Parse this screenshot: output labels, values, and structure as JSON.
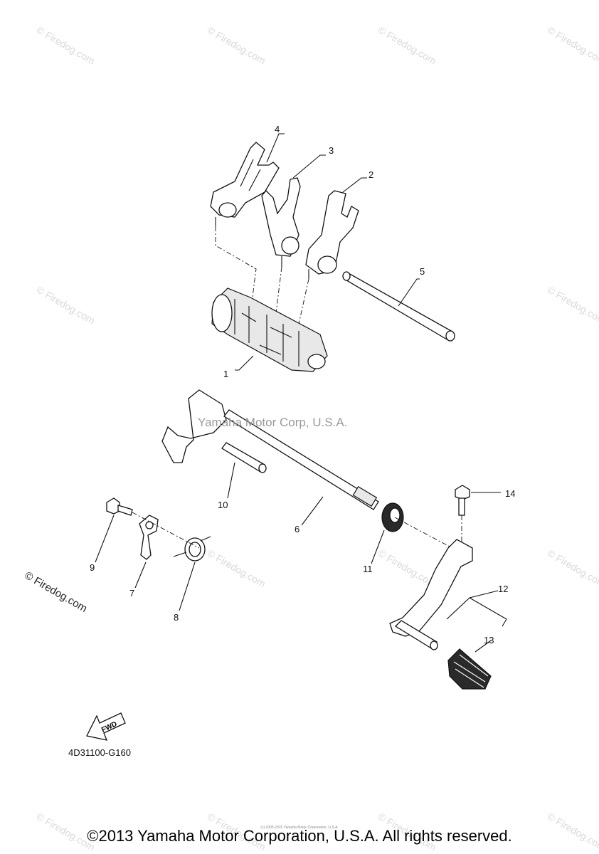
{
  "watermark": {
    "text": "© Firedog.com",
    "center_text": "Yamaha Motor Corp, U.S.A."
  },
  "callouts": [
    "1",
    "2",
    "3",
    "4",
    "5",
    "6",
    "7",
    "8",
    "9",
    "10",
    "11",
    "12",
    "13",
    "14"
  ],
  "fwd_label": "FWD",
  "diagram_code": "4D31100-G160",
  "tiny_copyright": "(c) 2005-2015 Yamaha Motor Corporation, U.S.A.",
  "copyright": "©2013 Yamaha Motor Corporation, U.S.A. All rights reserved."
}
